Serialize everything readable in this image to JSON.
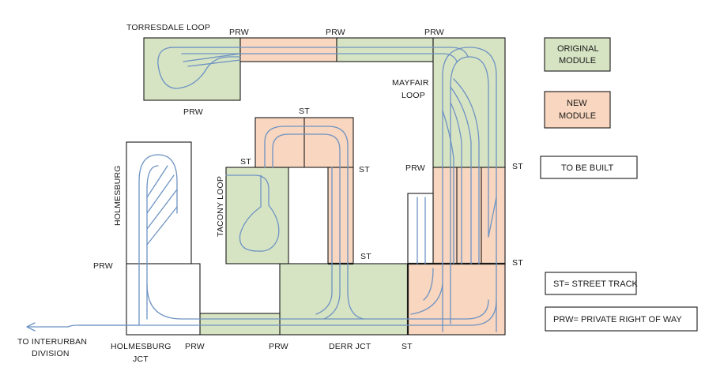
{
  "colors": {
    "original": "#d7e4c4",
    "new": "#f8d6bf",
    "tobebuilt": "#ffffff",
    "track": "#6e93c2",
    "border": "#1a1a1a"
  },
  "labels": {
    "torresdale_loop": "TORRESDALE LOOP",
    "mayfair_1": "MAYFAIR",
    "mayfair_2": "LOOP",
    "holmesburg": "HOLMESBURG",
    "tacony_loop": "TACONY LOOP",
    "interurban_1": "TO INTERURBAN",
    "interurban_2": "DIVISION",
    "holmesburg_jct_1": "HOLMESBURG",
    "holmesburg_jct_2": "JCT",
    "derr_jct": "DERR JCT",
    "prw": "PRW",
    "st": "ST"
  },
  "legend": {
    "original_1": "ORIGINAL",
    "original_2": "MODULE",
    "new_1": "NEW",
    "new_2": "MODULE",
    "to_be_built": "TO BE BUILT",
    "st_def": "ST= STREET TRACK",
    "prw_def": "PRW= PRIVATE RIGHT OF WAY"
  }
}
